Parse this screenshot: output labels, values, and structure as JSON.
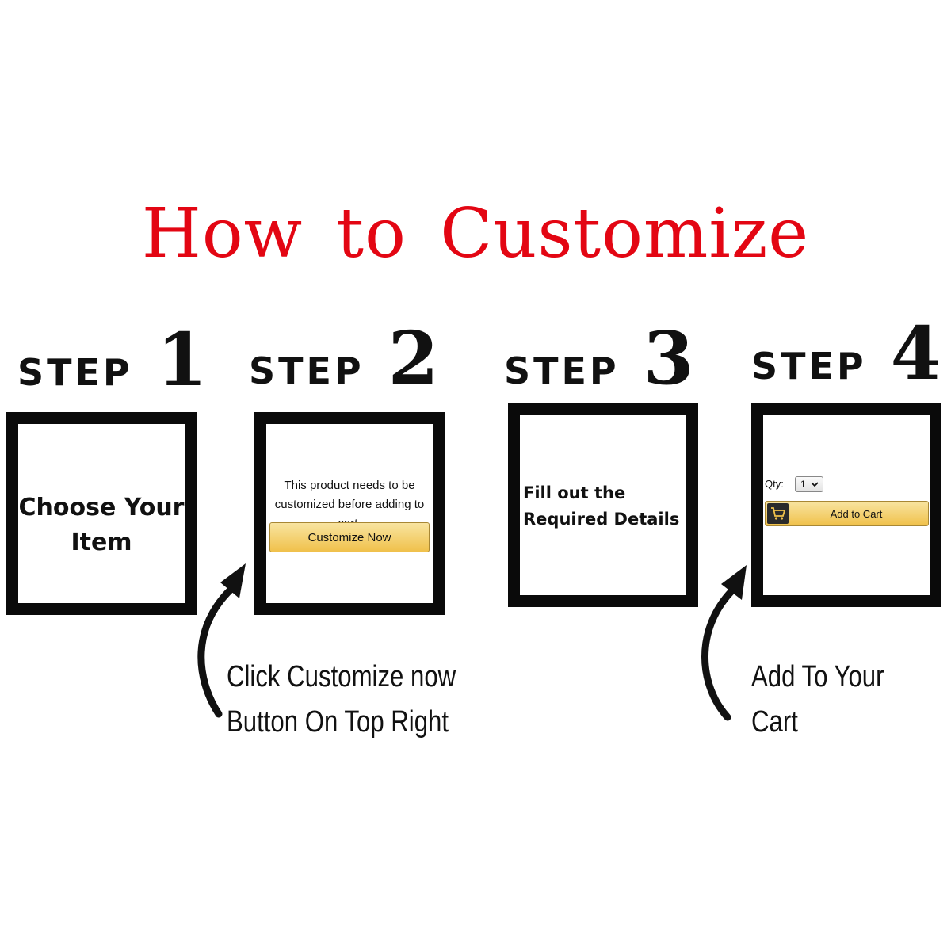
{
  "title": "How to Customize",
  "steps": [
    {
      "word": "STEP",
      "number": "1",
      "text_line1": "Choose Your",
      "text_line2": "Item"
    },
    {
      "word": "STEP",
      "number": "2",
      "message_line1": "This product needs to be",
      "message_line2": "customized before adding to cart.",
      "button_label": "Customize Now",
      "caption_line1": "Click Customize now",
      "caption_line2": "Button On Top Right"
    },
    {
      "word": "STEP",
      "number": "3",
      "text_line1": "Fill out the",
      "text_line2": "Required Details"
    },
    {
      "word": "STEP",
      "number": "4",
      "qty_label": "Qty:",
      "qty_value": "1",
      "button_label": "Add to Cart",
      "caption_line1": "Add To Your",
      "caption_line2": "Cart"
    }
  ],
  "colors": {
    "title": "#e30613",
    "button": "#f0c14b",
    "frame": "#0a0a0a"
  },
  "icons": [
    "chevron-down-icon",
    "cart-icon",
    "curved-arrow-icon"
  ]
}
